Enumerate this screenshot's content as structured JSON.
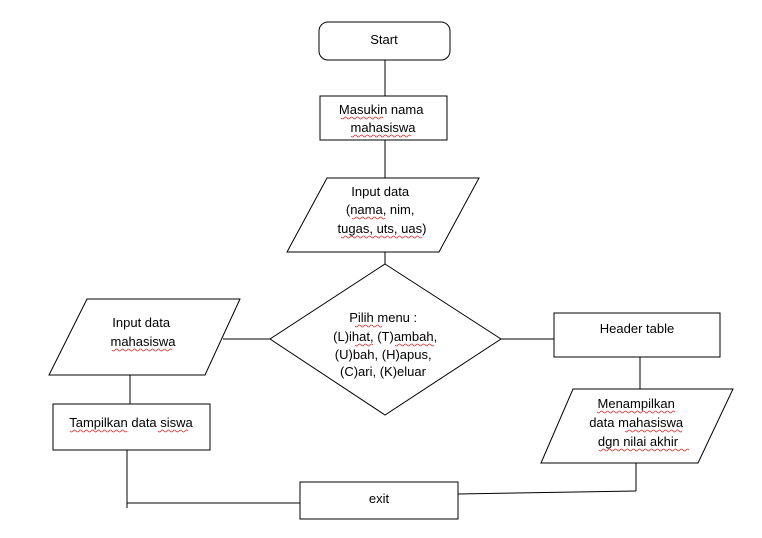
{
  "flowchart": {
    "start": {
      "lines": [
        "Start"
      ]
    },
    "input_name": {
      "lines": [
        "Masukin nama",
        "mahasiswa"
      ]
    },
    "input_data": {
      "lines": [
        "Input data",
        "(nama, nim,",
        "tugas, uts, uas)"
      ]
    },
    "menu": {
      "lines": [
        "Pilih menu :",
        "(L)ihat, (T)ambah,",
        "(U)bah, (H)apus,",
        "(C)ari, (K)eluar"
      ]
    },
    "input_mhs": {
      "lines": [
        "Input data",
        "mahasiswa"
      ]
    },
    "show_data": {
      "lines": [
        "Tampilkan data siswa"
      ]
    },
    "header_table": {
      "lines": [
        "Header table"
      ]
    },
    "display_final": {
      "lines": [
        "Menampilkan",
        "data mahasiswa",
        "dgn nilai akhir"
      ]
    },
    "exit": {
      "lines": [
        "exit"
      ]
    }
  }
}
